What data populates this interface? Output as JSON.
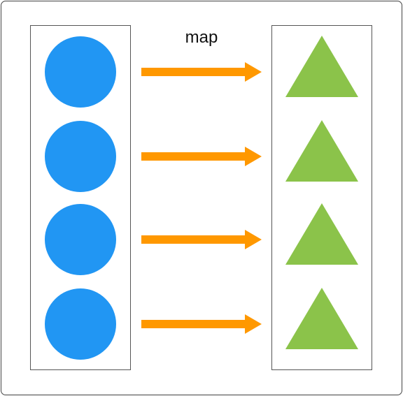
{
  "label": "map",
  "colors": {
    "circle": "#2196f3",
    "arrow": "#ff9800",
    "triangle": "#8bc34a",
    "border": "#555555"
  },
  "rows": [
    {
      "input": "circle",
      "output": "triangle"
    },
    {
      "input": "circle",
      "output": "triangle"
    },
    {
      "input": "circle",
      "output": "triangle"
    },
    {
      "input": "circle",
      "output": "triangle"
    }
  ],
  "icons": {
    "input": "circle-icon",
    "arrow": "right-arrow-icon",
    "output": "triangle-icon"
  }
}
